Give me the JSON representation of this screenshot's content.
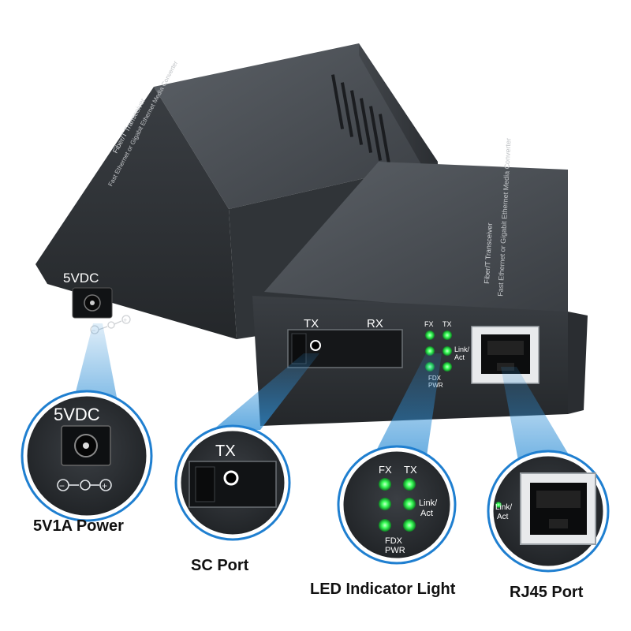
{
  "back_unit": {
    "top_label_1": "Fiber/T Transceiver",
    "top_label_2": "Fast Ethernet or Gigabit Ethernet Media Converter",
    "power_label": "5VDC",
    "polarity_minus": "−",
    "polarity_plus": "+"
  },
  "front_unit": {
    "top_label_1": "Fiber/T Transceiver",
    "top_label_2": "Fast Ethernet or Gigabit Ethernet Media Converter",
    "sc_tx": "TX",
    "sc_rx": "RX",
    "led_fx": "FX",
    "led_tx": "TX",
    "led_link_1": "Link/",
    "led_link_2": "Act",
    "led_fdx": "FDX",
    "led_pwr": "PWR"
  },
  "callouts": {
    "power": {
      "label": "5VDC",
      "minus": "−",
      "plus": "+",
      "caption": "5V1A Power"
    },
    "sc": {
      "label": "TX",
      "caption": "SC Port"
    },
    "led": {
      "fx": "FX",
      "tx": "TX",
      "link_1": "Link/",
      "link_2": "Act",
      "fdx": "FDX",
      "pwr": "PWR",
      "caption": "LED Indicator Light"
    },
    "rj45": {
      "link_1": "Link/",
      "link_2": "Act",
      "caption": "RJ45 Port"
    }
  },
  "colors": {
    "housing_dark": "#2e3236",
    "housing_mid": "#4a4f54",
    "housing_light": "#6b7075",
    "led_green": "#3cff5a",
    "beam_blue": "#2f8fd6",
    "ring_blue": "#1f7fd0"
  }
}
